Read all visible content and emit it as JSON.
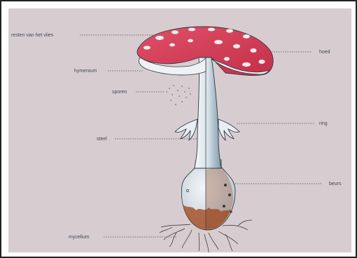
{
  "diagram": {
    "labels": {
      "remnants": "resten van het vlies",
      "cap": "hoed",
      "hymenium": "hymenium",
      "spores": "sporen",
      "ring": "ring",
      "stem": "steel",
      "volva": "beurs",
      "mycelium": "mycelium"
    }
  },
  "colors": {
    "paper": "#d7cdd0",
    "cap_red": "#d73a52",
    "cap_spots": "#f3ecec",
    "stem": "#dfe6ec",
    "stem_shadow": "#6e8797",
    "volva_brown": "#a8542a",
    "leader_line": "#4a5563",
    "label_text": "#3f4a58"
  }
}
